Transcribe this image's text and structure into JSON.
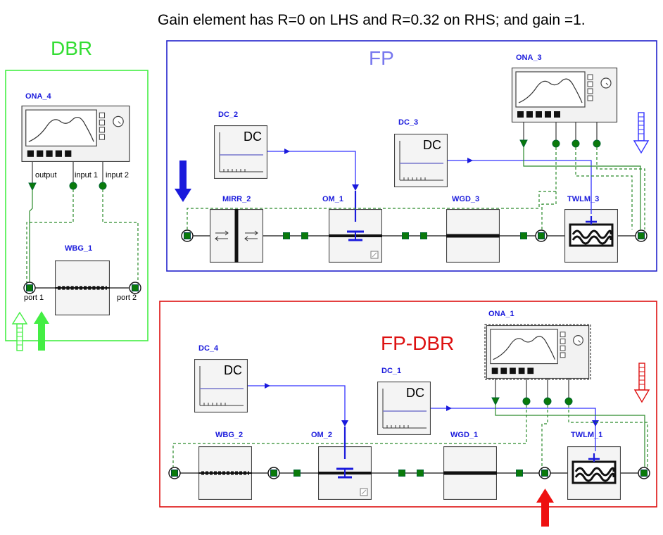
{
  "caption": "Gain element has R=0 on LHS and R=0.32 on RHS; and gain =1.",
  "groups": {
    "dbr": {
      "title": "DBR",
      "color": "#33dd33"
    },
    "fp": {
      "title": "FP",
      "color": "#2222cc"
    },
    "fpdbr": {
      "title": "FP-DBR",
      "color": "#dd1111"
    }
  },
  "labels": {
    "ona4": "ONA_4",
    "wbg1": "WBG_1",
    "port1": "port 1",
    "port2": "port 2",
    "out": "output",
    "in1": "input 1",
    "in2": "input 2",
    "dc2": "DC_2",
    "dc3": "DC_3",
    "ona3": "ONA_3",
    "mirr2": "MIRR_2",
    "om1": "OM_1",
    "wgd3": "WGD_3",
    "twlm3": "TWLM_3",
    "dc4": "DC_4",
    "dc1": "DC_1",
    "ona1": "ONA_1",
    "wbg2": "WBG_2",
    "om2": "OM_2",
    "wgd1": "WGD_1",
    "twlm1": "TWLM_1",
    "dc": "DC"
  },
  "colors": {
    "electrical": "#3333ff",
    "optical_link": "#2a8a2a",
    "port_fill": "#0a7a0a"
  }
}
